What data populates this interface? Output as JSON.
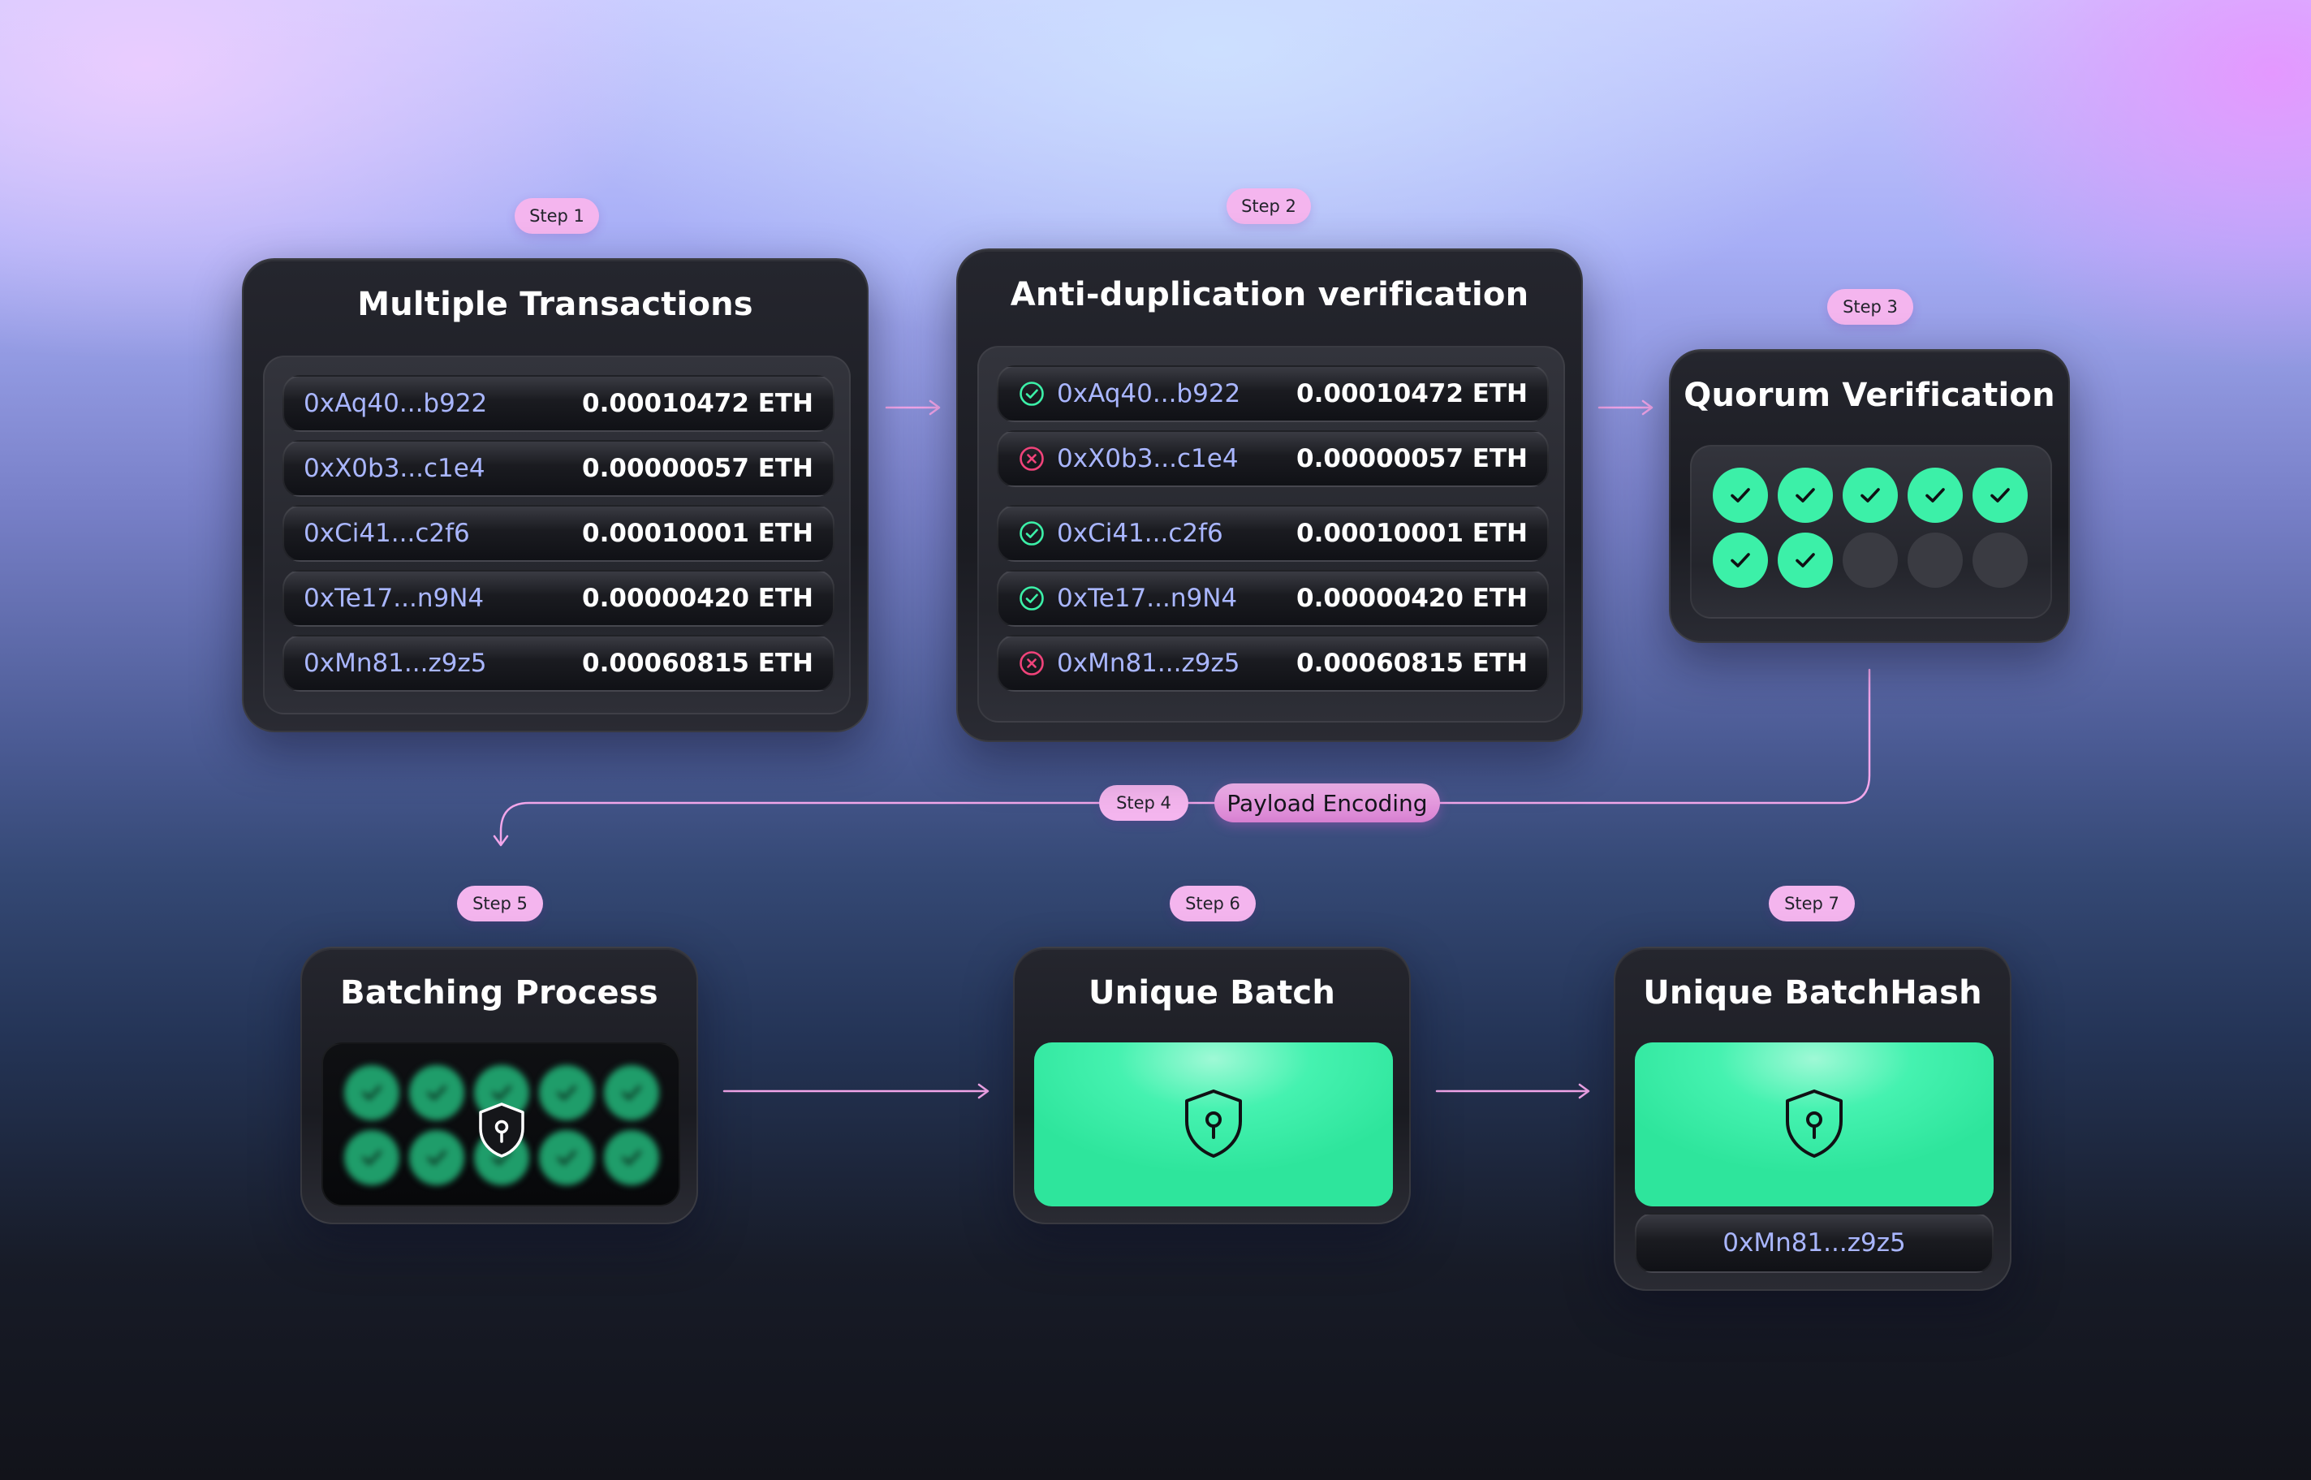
{
  "steps": {
    "s1": "Step 1",
    "s2": "Step 2",
    "s3": "Step 3",
    "s4": "Step 4",
    "s5": "Step 5",
    "s6": "Step 6",
    "s7": "Step 7"
  },
  "payload_label": "Payload Encoding",
  "card1": {
    "title": "Multiple Transactions",
    "rows": [
      {
        "hash": "0xAq40...b922",
        "amount": "0.00010472 ETH"
      },
      {
        "hash": "0xX0b3...c1e4",
        "amount": "0.00000057 ETH"
      },
      {
        "hash": "0xCi41...c2f6",
        "amount": "0.00010001 ETH"
      },
      {
        "hash": "0xTe17...n9N4",
        "amount": "0.00000420 ETH"
      },
      {
        "hash": "0xMn81...z9z5",
        "amount": "0.00060815 ETH"
      }
    ]
  },
  "card2": {
    "title": "Anti-duplication verification",
    "rows": [
      {
        "hash": "0xAq40...b922",
        "amount": "0.00010472 ETH",
        "status": "valid"
      },
      {
        "hash": "0xX0b3...c1e4",
        "amount": "0.00000057 ETH",
        "status": "rejected"
      },
      {
        "hash": "0xCi41...c2f6",
        "amount": "0.00010001 ETH",
        "status": "valid"
      },
      {
        "hash": "0xTe17...n9N4",
        "amount": "0.00000420 ETH",
        "status": "valid"
      },
      {
        "hash": "0xMn81...z9z5",
        "amount": "0.00060815 ETH",
        "status": "rejected"
      }
    ]
  },
  "card3": {
    "title": "Quorum Verification",
    "votes_confirmed": 7,
    "votes_total": 10
  },
  "card5": {
    "title": "Batching Process",
    "icon": "shield-lock-icon"
  },
  "card6": {
    "title": "Unique Batch",
    "icon": "shield-lock-icon"
  },
  "card7": {
    "title": "Unique BatchHash",
    "icon": "shield-lock-icon",
    "hash": "0xMn81...z9z5"
  },
  "colors": {
    "accent_green": "#3cf0a8",
    "reject_red": "#f0437a",
    "step_pink": "#f4b5ee",
    "hash_blue": "#a9b6ff",
    "card_dark": "#1c1d23"
  }
}
